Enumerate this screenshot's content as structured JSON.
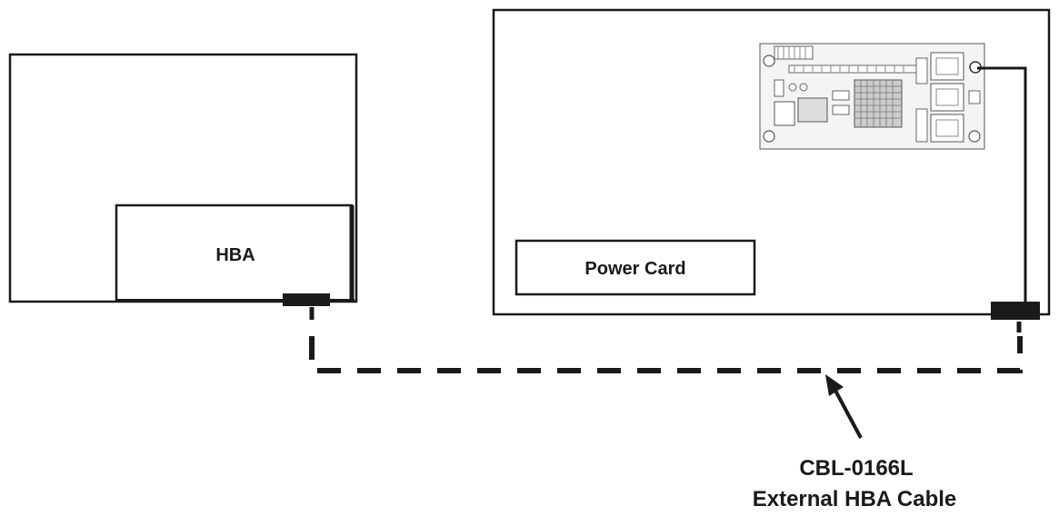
{
  "hba": {
    "label": "HBA"
  },
  "power_card": {
    "label": "Power Card"
  },
  "cable": {
    "part_number": "CBL-0166L",
    "description": "External HBA Cable"
  },
  "colors": {
    "line": "#1a1a1a",
    "background": "#ffffff"
  }
}
